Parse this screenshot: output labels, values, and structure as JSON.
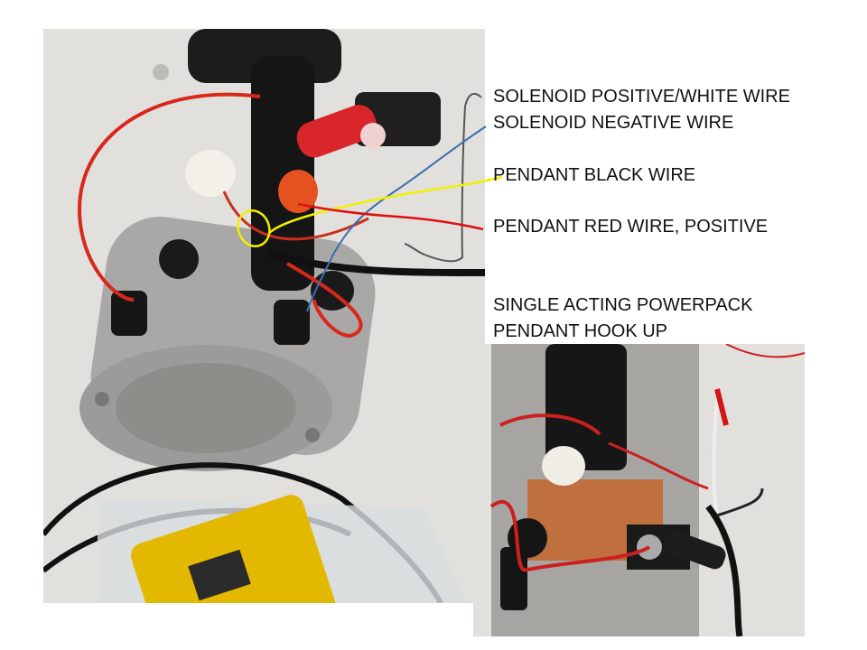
{
  "labels": {
    "solenoid_positive": "SOLENOID POSITIVE/WHITE WIRE",
    "solenoid_negative": "SOLENOID NEGATIVE WIRE",
    "pendant_black": "PENDANT BLACK WIRE",
    "pendant_red": "PENDANT RED WIRE, POSITIVE",
    "caption_line1": "SINGLE ACTING POWERPACK",
    "caption_line2": "PENDANT HOOK UP"
  },
  "colors": {
    "solenoid_positive_line": "#555555",
    "solenoid_negative_line": "#3a6fb0",
    "pendant_black_line": "#f2f000",
    "pendant_red_line": "#e01010"
  }
}
